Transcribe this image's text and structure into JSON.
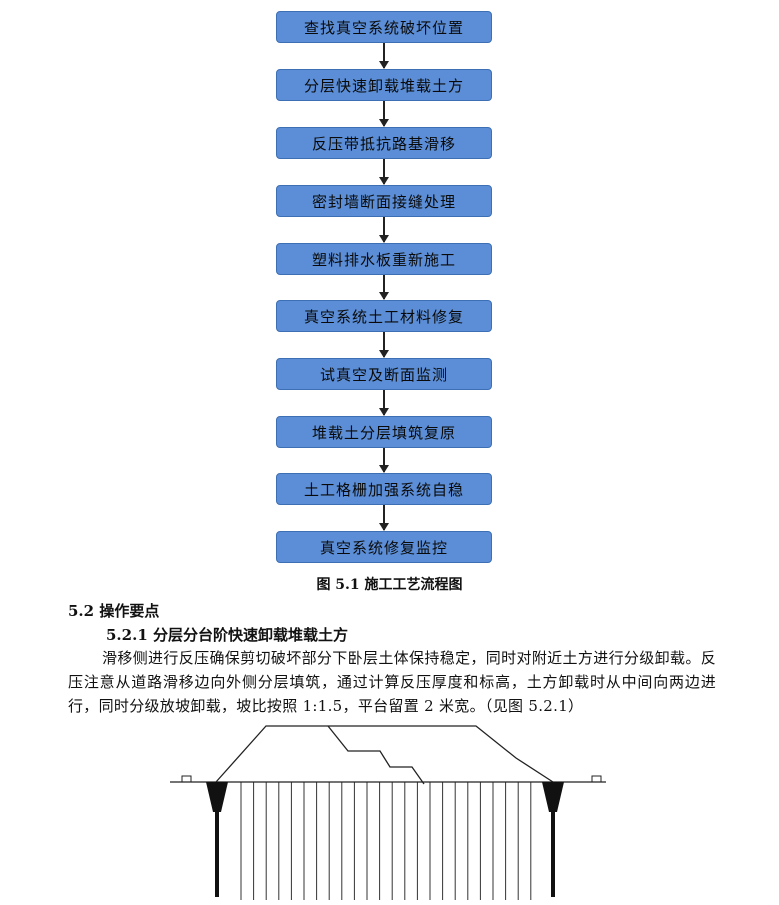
{
  "flowchart": {
    "steps": [
      "查找真空系统破坏位置",
      "分层快速卸载堆载土方",
      "反压带抵抗路基滑移",
      "密封墙断面接缝处理",
      "塑料排水板重新施工",
      "真空系统土工材料修复",
      "试真空及断面监测",
      "堆载土分层填筑复原",
      "土工格栅加强系统自稳",
      "真空系统修复监控"
    ],
    "caption": "图 5.1 施工工艺流程图"
  },
  "section": {
    "heading": "5.2 操作要点",
    "subheading": "5.2.1 分层分台阶快速卸载堆载土方",
    "paragraph": "滑移侧进行反压确保剪切破坏部分下卧层土体保持稳定，同时对附近土方进行分级卸载。反压注意从道路滑移边向外侧分层填筑，通过计算反压厚度和标高，土方卸载时从中间向两边进行，同时分级放坡卸载，坡比按照 1:1.5，平台留置 2 米宽。（见图 5.2.1）"
  },
  "colors": {
    "box_fill": "#5b8ed6",
    "box_border": "#3d6fb5",
    "arrow": "#222222"
  }
}
